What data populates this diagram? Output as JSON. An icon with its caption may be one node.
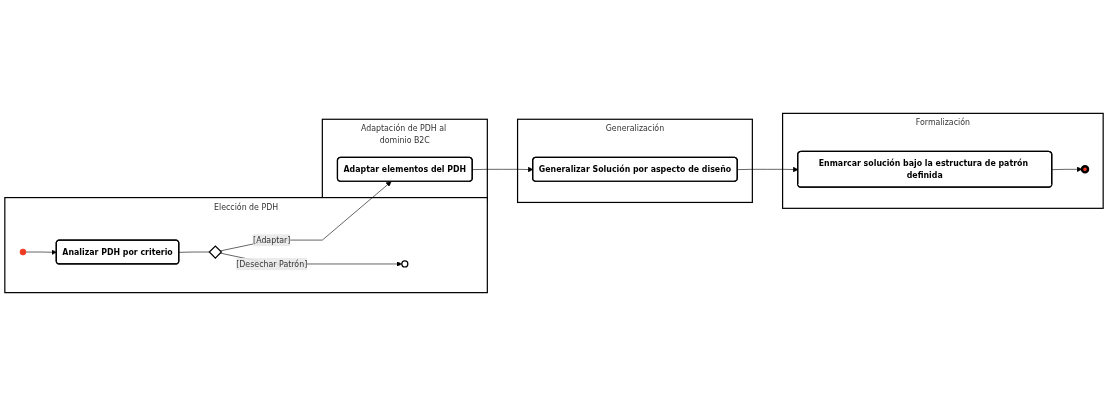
{
  "diagram": {
    "nodes": [
      {
        "text": [
          "Elección de PDH"
        ]
      },
      {
        "text": [
          "Adaptación de PDH al dominio B2C"
        ]
      },
      {
        "text": [
          "Generalización"
        ]
      },
      {
        "text": [
          "Formalización"
        ]
      },
      {
        "text": [],
        "shape": "circle",
        "in": 0
      },
      {
        "text": [
          "Analizar PDH por criterio"
        ],
        "in": 0
      },
      {
        "text": [],
        "shape": "diamond",
        "in": 0
      },
      {
        "text": [],
        "shape": "circle",
        "in": 0
      },
      {
        "text": [
          "Adaptar elementos del PDH"
        ],
        "in": 1
      },
      {
        "text": [
          "Generalizar Solución por aspecto de diseño"
        ],
        "in": 2
      },
      {
        "text": [
          "Enmarcar solución bajo la estructura de patrón definida"
        ],
        "in": 3
      },
      {
        "text": [],
        "shape": "circle",
        "in": 3
      }
    ],
    "edges": [
      {
        "from": 4,
        "to": 5,
        "arrow": "to"
      },
      {
        "from": 5,
        "to": 6,
        "arrow": "none"
      },
      {
        "from": 6,
        "to": 8,
        "arrow": "to",
        "label": "[Adaptar]"
      },
      {
        "from": 6,
        "to": 7,
        "arrow": "to",
        "label": "[Desechar Patrón]"
      },
      {
        "from": 8,
        "to": 9,
        "arrow": "to"
      },
      {
        "from": 9,
        "to": 10,
        "arrow": "to"
      },
      {
        "from": 10,
        "to": 11,
        "arrow": "to"
      }
    ]
  }
}
